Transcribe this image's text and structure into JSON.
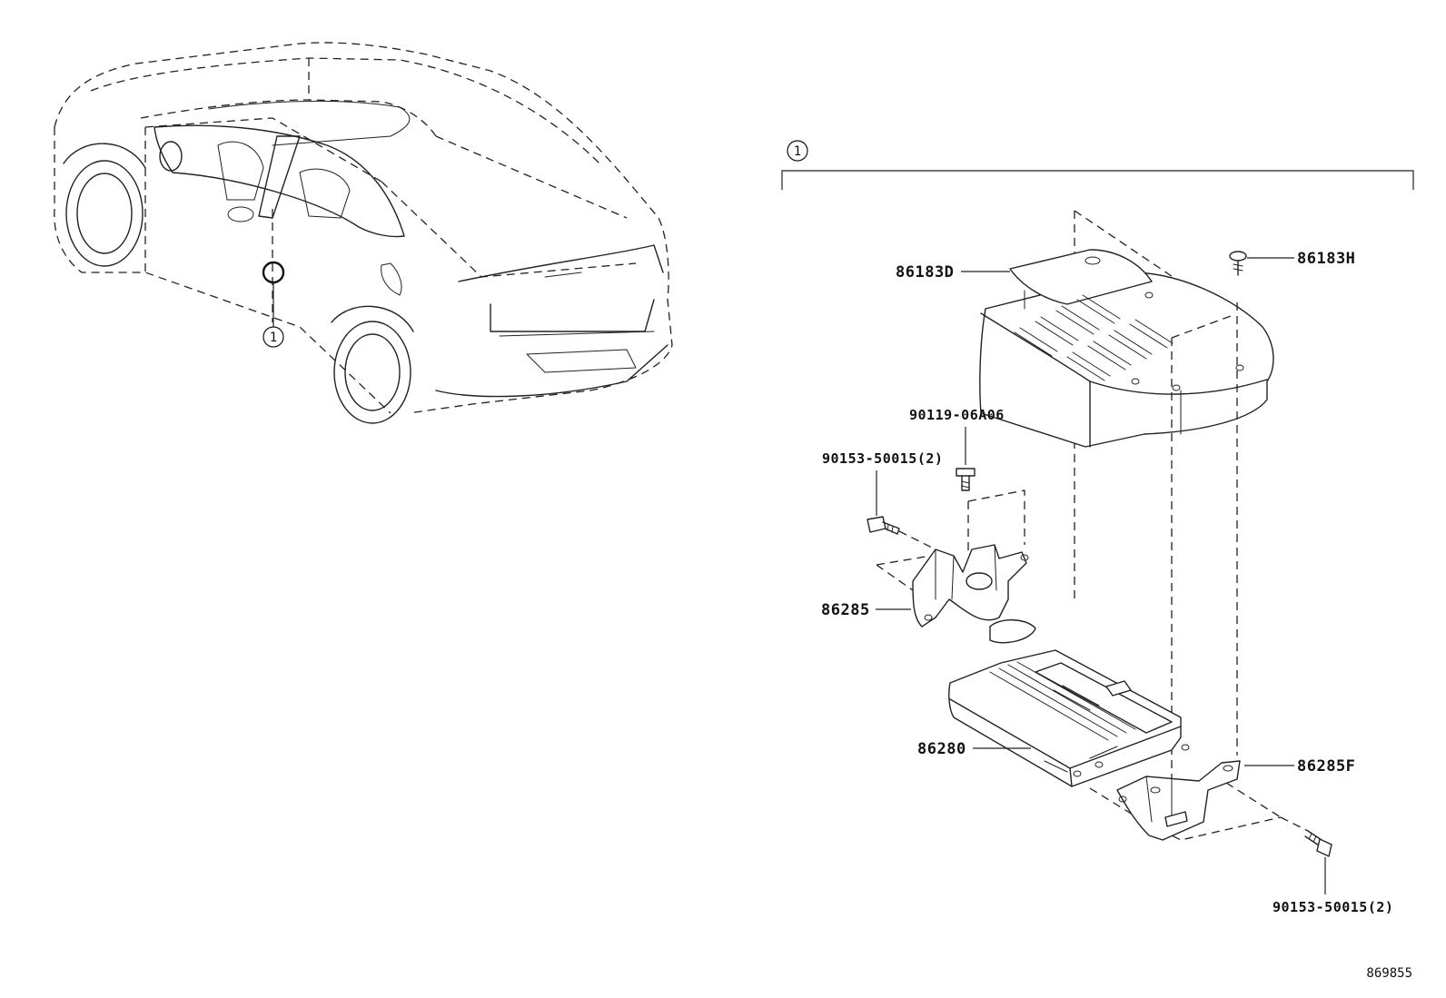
{
  "diagram": {
    "callout_id": "1",
    "parts": {
      "cover": "86183D",
      "clip": "86183H",
      "bolt_top": "90119-06A06",
      "bolt_left": "90153-50015(2)",
      "bracket_left": "86285",
      "unit": "86280",
      "bracket_right": "86285F",
      "bolt_right": "90153-50015(2)"
    },
    "reference_number": "869855"
  }
}
